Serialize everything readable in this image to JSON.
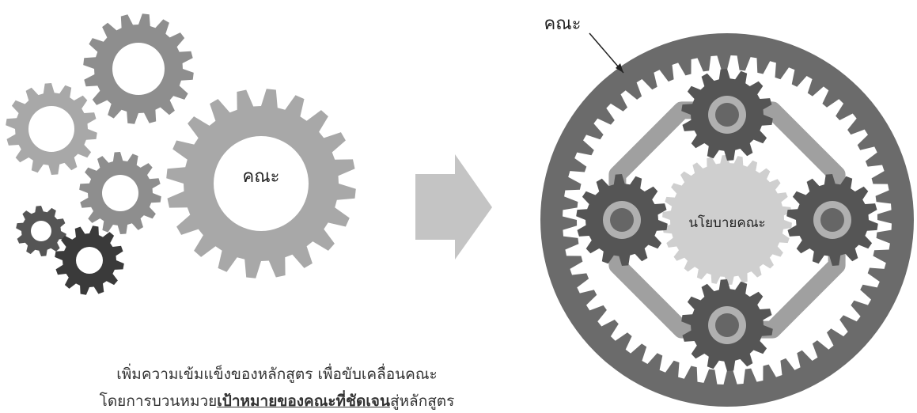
{
  "left_group": {
    "big_gear_label": "คณะ"
  },
  "right_group": {
    "outer_label": "คณะ",
    "center_label": "นโยบายคณะ"
  },
  "caption": {
    "line1": "เพิ่มความเข้มแข็งของหลักสูตร เพื่อขับเคลื่อนคณะ",
    "line2_pre": "โดยการบวนหมวย",
    "line2_bold": "เป้าหมายของคณะที่ชัดเจน",
    "line2_post": "สู่หลักสูตร"
  },
  "colors": {
    "gear_light": "#a8a8a8",
    "gear_mid": "#8e8e8e",
    "gear_dark": "#555555",
    "gear_darkest": "#3a3a3a",
    "ring_dark": "#6b6b6b",
    "arrow": "#c4c4c4",
    "center_gear": "#cfcfcf"
  }
}
